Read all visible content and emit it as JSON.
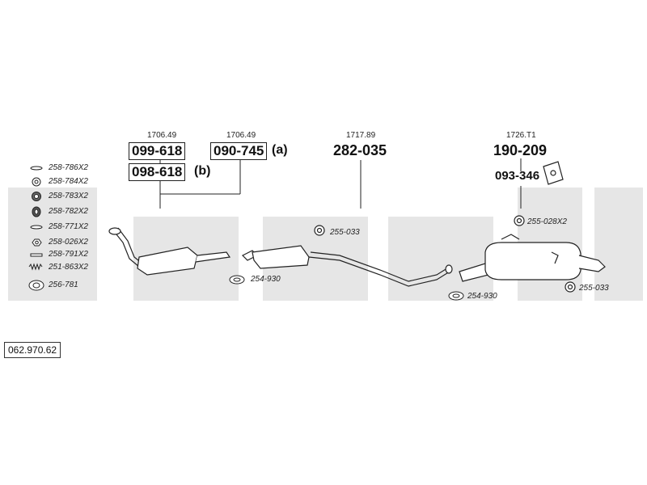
{
  "catalog_number": "062.970.62",
  "groups": [
    {
      "ref": "1706.49",
      "parts": [
        "099-618",
        "098-618"
      ],
      "suffix_b": "(b)"
    },
    {
      "ref": "1706.49",
      "parts": [
        "090-745"
      ],
      "suffix_a": "(a)"
    },
    {
      "ref": "1717.89",
      "parts": [
        "282-035"
      ]
    },
    {
      "ref": "1726.T1",
      "parts": [
        "190-209",
        "093-346"
      ]
    }
  ],
  "side_parts": [
    "258-786X2",
    "258-784X2",
    "258-783X2",
    "258-782X2",
    "258-771X2",
    "258-026X2",
    "258-791X2",
    "251-863X2",
    "256-781"
  ],
  "hardware_labels": {
    "h1": "254-930",
    "h2": "255-033",
    "h3": "254-930",
    "h4": "255-028X2",
    "h5": "255-033"
  },
  "colors": {
    "line": "#222222",
    "watermark": "#e6e6e6"
  }
}
